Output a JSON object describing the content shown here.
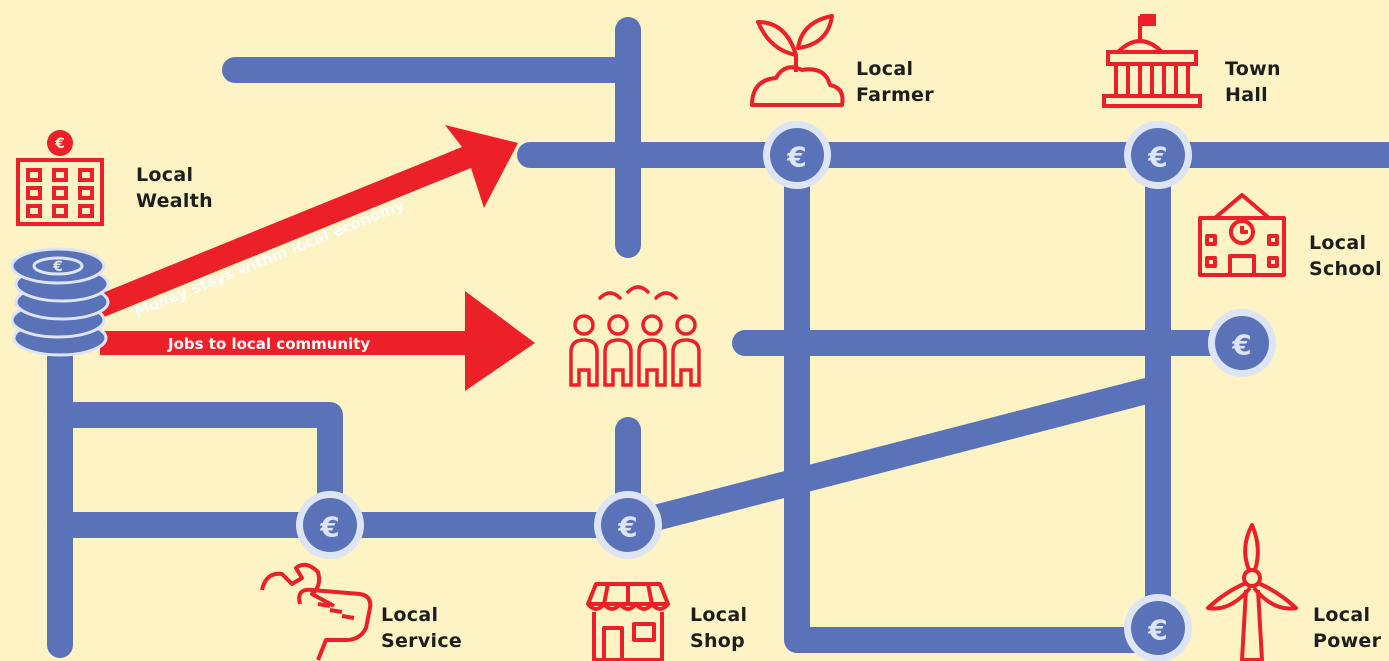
{
  "colors": {
    "background": "#fdf3c4",
    "road": "#5a72b8",
    "accent": "#ec2028",
    "coin_rim": "#dde4f3",
    "label": "#1e1e1e"
  },
  "currency_symbol": "€",
  "labels": {
    "local_wealth": [
      "Local",
      "Wealth"
    ],
    "local_farmer": [
      "Local",
      "Farmer"
    ],
    "town_hall": [
      "Town",
      "Hall"
    ],
    "local_school": [
      "Local",
      "School"
    ],
    "local_service": [
      "Local",
      "Service"
    ],
    "local_shop": [
      "Local",
      "Shop"
    ],
    "local_power": [
      "Local",
      "Power"
    ]
  },
  "arrows": {
    "money": "Money stays within local economy",
    "jobs": "Jobs to local community"
  },
  "icons": {
    "wealth": "bank-building-icon",
    "coins": "coin-stack-icon",
    "farmer": "sprout-icon",
    "town_hall": "town-hall-icon",
    "school": "school-icon",
    "community": "people-group-icon",
    "service": "wrench-hand-icon",
    "shop": "shop-icon",
    "power": "wind-turbine-icon"
  }
}
